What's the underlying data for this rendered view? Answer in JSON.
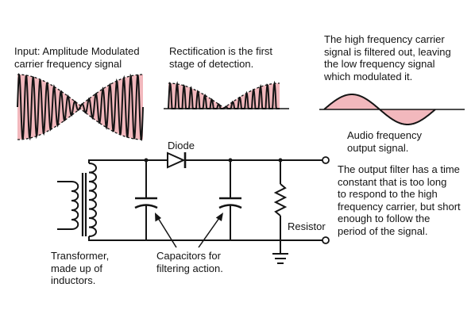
{
  "labels": {
    "input": "Input: Amplitude Modulated\ncarrier frequency signal",
    "rectification": "Rectification is the first\nstage of detection.",
    "filtered": "The high frequency carrier\nsignal is filtered out, leaving\nthe low frequency signal\nwhich modulated it.",
    "audio": "Audio frequency\noutput signal.",
    "diode": "Diode",
    "filter_note": "The output filter has a time\nconstant that is too long\nto respond to the high\nfrequency carrier, but short\nenough to follow the\nperiod of the signal.",
    "resistor": "Resistor",
    "transformer": "Transformer,\nmade up of\ninductors.",
    "capacitors": "Capacitors for\nfiltering action."
  },
  "colors": {
    "envelope_fill": "#f2b8bd",
    "line": "#141414"
  }
}
